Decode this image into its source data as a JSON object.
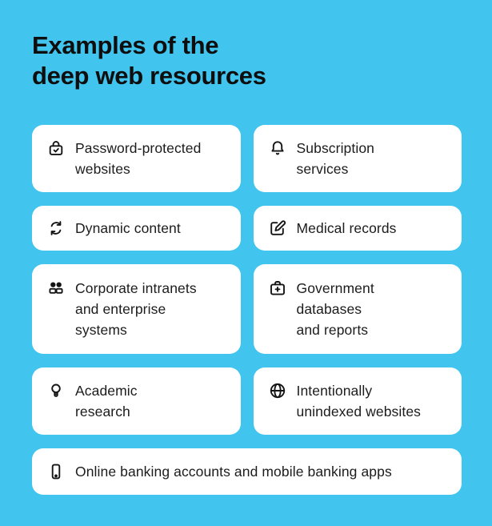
{
  "colors": {
    "background": "#41C4EE",
    "card": "#FFFFFF",
    "title_text": "#0E0E0E",
    "card_text": "#1C1C1C",
    "icon": "#151515"
  },
  "title": "Examples of the\ndeep web resources",
  "cards": [
    {
      "icon": "lock-check-icon",
      "label": "Password-protected\nwebsites"
    },
    {
      "icon": "bell-icon",
      "label": "Subscription\nservices"
    },
    {
      "icon": "refresh-icon",
      "label": "Dynamic content"
    },
    {
      "icon": "edit-icon",
      "label": "Medical records"
    },
    {
      "icon": "users-icon",
      "label": "Corporate intranets\nand enterprise\nsystems"
    },
    {
      "icon": "briefcase-plus-icon",
      "label": "Government\ndatabases\nand reports"
    },
    {
      "icon": "lightbulb-icon",
      "label": "Academic\nresearch"
    },
    {
      "icon": "globe-icon",
      "label": "Intentionally\nunindexed websites"
    },
    {
      "icon": "smartphone-icon",
      "label": "Online banking accounts and mobile banking apps"
    }
  ]
}
